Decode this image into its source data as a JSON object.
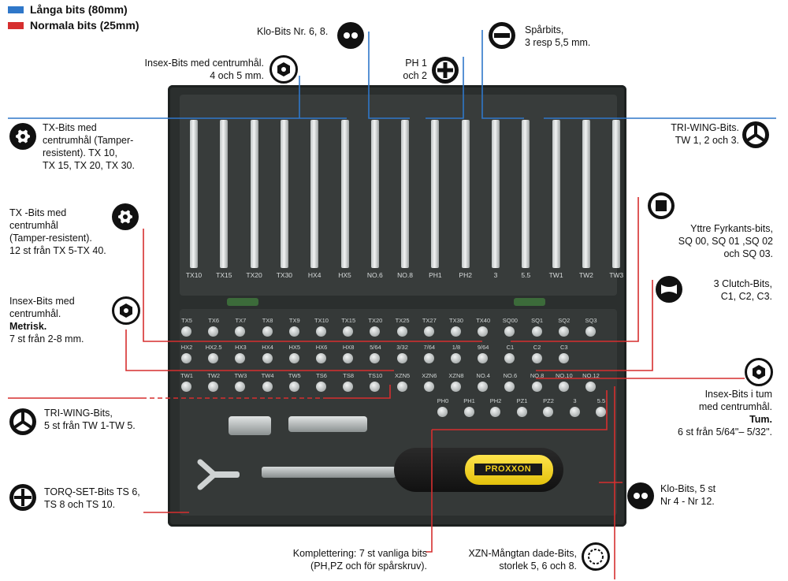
{
  "legend": [
    {
      "text": "Långa bits (80mm)",
      "color": "#2f77c9"
    },
    {
      "text": "Normala bits (25mm)",
      "color": "#d62f2f"
    }
  ],
  "callouts": {
    "klo_top": {
      "lines": [
        "Klo-Bits Nr. 6, 8."
      ]
    },
    "sparbits": {
      "lines": [
        "Spårbits,",
        "3 resp 5,5 mm."
      ]
    },
    "insex_top": {
      "lines": [
        "Insex-Bits med centrumhål.",
        "4 och 5 mm."
      ]
    },
    "ph": {
      "lines": [
        "PH 1",
        "och  2"
      ]
    },
    "tx_centrum": {
      "lines": [
        "TX-Bits med",
        "centrumhål (Tamper-",
        "resistent). TX 10,",
        "TX 15, TX 20, TX 30."
      ]
    },
    "triwing_top": {
      "lines": [
        "TRI-WING-Bits.",
        "TW 1, 2 och 3."
      ]
    },
    "tx_small": {
      "lines": [
        "TX -Bits med",
        "centrumhål",
        "(Tamper-resistent).",
        "12 st från TX 5-TX 40."
      ]
    },
    "yttre": {
      "lines": [
        "Yttre Fyrkants-bits,",
        "SQ 00, SQ 01 ,SQ 02",
        "och SQ 03."
      ]
    },
    "insex_metrisk": {
      "lines": [
        "Insex-Bits med",
        "centrumhål."
      ],
      "bold": "Metrisk.",
      "tail": "7 st från 2-8 mm."
    },
    "clutch": {
      "lines": [
        "3 Clutch-Bits,",
        "C1, C2, C3."
      ]
    },
    "insex_tum": {
      "lines": [
        "Insex-Bits i tum",
        "med centrumhål."
      ],
      "bold": "Tum.",
      "tail": "6 st från 5/64\"– 5/32\"."
    },
    "triwing_small": {
      "lines": [
        "TRI-WING-Bits,",
        "5 st från TW 1-TW 5."
      ]
    },
    "torq": {
      "lines": [
        "TORQ-SET-Bits TS 6,",
        "TS 8 och TS 10."
      ]
    },
    "klo_small": {
      "lines": [
        "Klo-Bits, 5 st",
        "Nr 4 - Nr 12."
      ]
    },
    "komplettering": {
      "lines": [
        "Komplettering: 7 st vanliga bits",
        "(PH,PZ och för spårskruv)."
      ]
    },
    "xzn": {
      "lines": [
        "XZN-Mångtan dade-Bits,",
        "storlek 5, 6 och 8."
      ]
    }
  },
  "long_bits": [
    "TX10",
    "TX15",
    "TX20",
    "TX30",
    "HX4",
    "HX5",
    "NO.6",
    "NO.8",
    "PH1",
    "PH2",
    "3",
    "5.5",
    "TW1",
    "TW2",
    "TW3"
  ],
  "short_rows": [
    [
      "TX5",
      "TX6",
      "TX7",
      "TX8",
      "TX9",
      "TX10",
      "TX15",
      "TX20",
      "TX25",
      "TX27",
      "TX30",
      "TX40",
      "SQ00",
      "SQ1",
      "SQ2",
      "SQ3"
    ],
    [
      "HX2",
      "HX2.5",
      "HX3",
      "HX4",
      "HX5",
      "HX6",
      "HX8",
      "5/64",
      "3/32",
      "7/64",
      "1/8",
      "9/64",
      "C1",
      "C2",
      "C3"
    ],
    [
      "TW1",
      "TW2",
      "TW3",
      "TW4",
      "TW5",
      "TS6",
      "TS8",
      "TS10",
      "XZN5",
      "XZN6",
      "XZN8",
      "NO.4",
      "NO.6",
      "NO.8",
      "NO.10",
      "NO.12"
    ],
    [
      "PH0",
      "PH1",
      "PH2",
      "PZ1",
      "PZ2",
      "3",
      "5.5"
    ]
  ],
  "brand": "PROXXON",
  "colors": {
    "blue": "#2f77c9",
    "red": "#d62f2f"
  }
}
